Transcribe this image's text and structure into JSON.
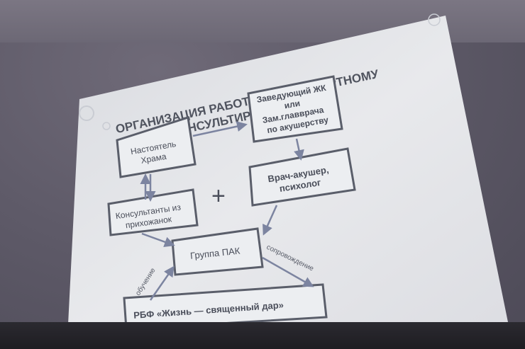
{
  "slide": {
    "title_line1": "ОРГАНИЗАЦИЯ РАБОТЫ ПО ДОАБОРТНОМУ",
    "title_line2": "КОНСУЛЬТИРОВАНИЮ"
  },
  "nodes": {
    "head": {
      "line1": "Заведующий ЖК",
      "line2": "или",
      "line3": "Зам.главврача",
      "line4": "по акушерству"
    },
    "priest": {
      "line1": "Настоятель",
      "line2": "Храма"
    },
    "doctor": {
      "line1": "Врач-акушер,",
      "line2": "психолог"
    },
    "consultants": {
      "line1": "Консультанты из",
      "line2": "прихожанок"
    },
    "group": {
      "text": "Группа ПАК"
    },
    "fund": {
      "text": "РБФ «Жизнь — священный дар»"
    }
  },
  "plus_sign": "+",
  "edge_labels": {
    "training": "обучение",
    "support": "сопровождение"
  },
  "colors": {
    "slide_bg": "#e4e6ea",
    "box_border": "#5a5e6a",
    "text": "#4a4e5a",
    "arrow": "#7c84a0"
  }
}
